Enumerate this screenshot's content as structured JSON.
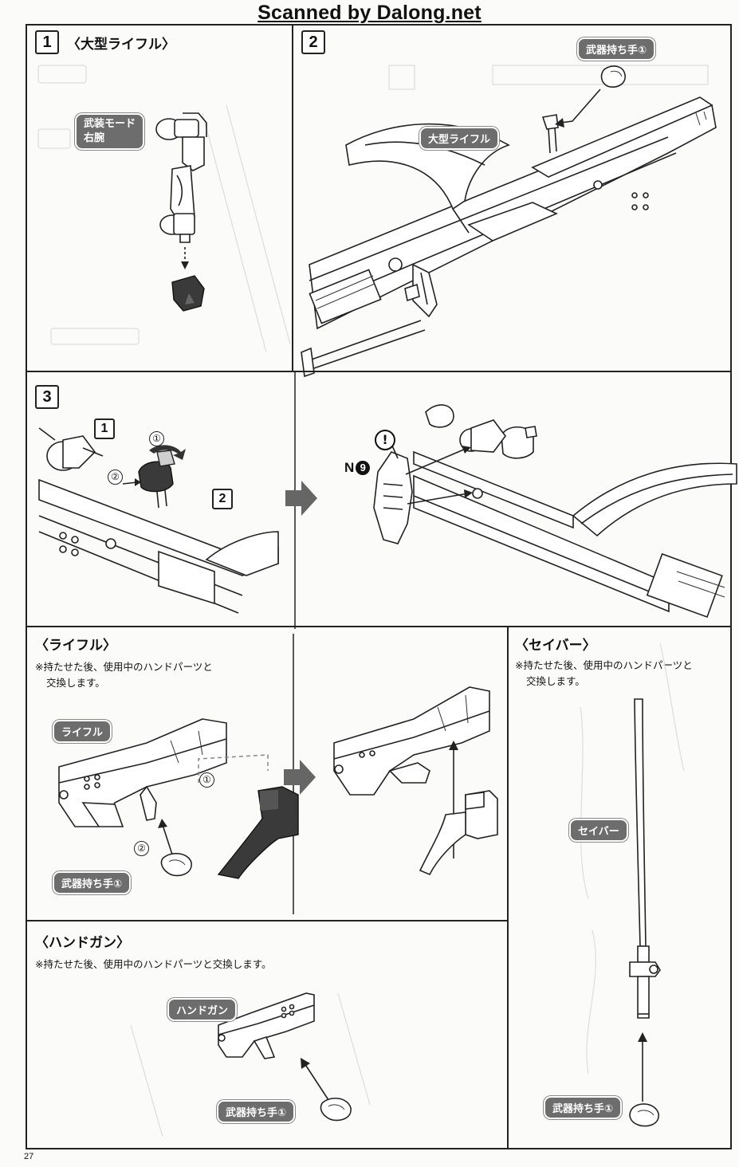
{
  "watermark": "Scanned by Dalong.net",
  "page_number": "27",
  "step1": {
    "number": "1",
    "title": "〈大型ライフル〉",
    "label_arm_line1": "武装モード",
    "label_arm_line2": "右腕"
  },
  "step2": {
    "number": "2",
    "label_hand": "武器持ち手①",
    "label_rifle": "大型ライフル"
  },
  "step3": {
    "number": "3",
    "ref_part_1": "1",
    "ref_part_2": "2",
    "order_1": "①",
    "order_2": "②",
    "part_code": "N",
    "part_number": "9",
    "caution_mark": "!"
  },
  "rifle_section": {
    "title": "〈ライフル〉",
    "note_line1": "※持たせた後、使用中のハンドパーツと",
    "note_line2": "交換します。",
    "label_rifle": "ライフル",
    "label_hand": "武器持ち手①",
    "order_1": "①",
    "order_2": "②"
  },
  "saber_section": {
    "title": "〈セイバー〉",
    "note_line1": "※持たせた後、使用中のハンドパーツと",
    "note_line2": "交換します。",
    "label_saber": "セイバー",
    "label_hand": "武器持ち手①"
  },
  "handgun_section": {
    "title": "〈ハンドガン〉",
    "note": "※持たせた後、使用中のハンドパーツと交換します。",
    "label_handgun": "ハンドガン",
    "label_hand": "武器持ち手①"
  }
}
